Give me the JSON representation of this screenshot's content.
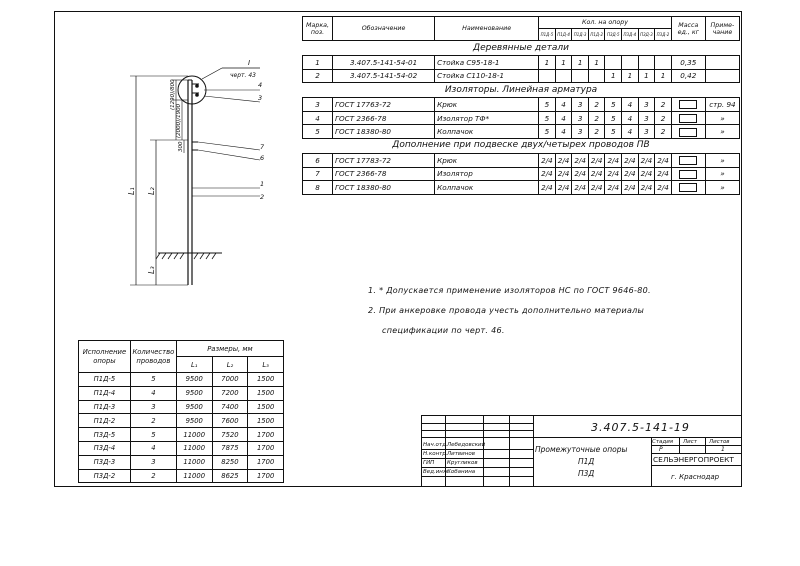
{
  "drawing": {
    "callout_node": "I",
    "callout_ref": "черт. 43",
    "dim_a": "(1290)/800",
    "dim_b": "(2000)/1900",
    "dim_c": "300",
    "L1": "L₁",
    "L2": "L₂",
    "L3": "L₃",
    "leaders": [
      "4",
      "3",
      "7",
      "6",
      "1",
      "2"
    ]
  },
  "spec_table": {
    "headers": {
      "mark": "Марка, поз.",
      "designation": "Обозначение",
      "name": "Наименование",
      "qty_group": "Кол. на опору",
      "qty_cols": [
        "П1Д-5",
        "П1Д-4",
        "П1Д-3",
        "П1Д-2",
        "П3Д-5",
        "П3Д-4",
        "П3Д-3",
        "П3Д-2"
      ],
      "mass": "Масса ед., кг",
      "note": "Приме- чание"
    },
    "sections": [
      {
        "title": "Деревянные детали",
        "rows": [
          {
            "pos": "1",
            "designation": "3.407.5-141-54-01",
            "name": "Стойка С95-18-1",
            "qty": [
              "1",
              "1",
              "1",
              "1",
              "",
              "",
              "",
              ""
            ],
            "mass": "0,35",
            "note": ""
          },
          {
            "pos": "2",
            "designation": "3.407.5-141-54-02",
            "name": "Стойка С110-18-1",
            "qty": [
              "",
              "",
              "",
              "",
              "1",
              "1",
              "1",
              "1"
            ],
            "mass": "0,42",
            "note": ""
          }
        ]
      },
      {
        "title": "Изоляторы. Линейная арматура",
        "rows": [
          {
            "pos": "3",
            "designation": "ГОСТ 17763-72",
            "name": "Крюк",
            "qty": [
              "5",
              "4",
              "3",
              "2",
              "5",
              "4",
              "3",
              "2"
            ],
            "mass": "",
            "note": "стр. 94"
          },
          {
            "pos": "4",
            "designation": "ГОСТ 2366-78",
            "name": "Изолятор ТФ*",
            "qty": [
              "5",
              "4",
              "3",
              "2",
              "5",
              "4",
              "3",
              "2"
            ],
            "mass": "",
            "note": "»"
          },
          {
            "pos": "5",
            "designation": "ГОСТ 18380-80",
            "name": "Колпачок",
            "qty": [
              "5",
              "4",
              "3",
              "2",
              "5",
              "4",
              "3",
              "2"
            ],
            "mass": "",
            "note": "»"
          }
        ]
      },
      {
        "title": "Дополнение при подвеске двух/четырех проводов ПВ",
        "rows": [
          {
            "pos": "6",
            "designation": "ГОСТ 17783-72",
            "name": "Крюк",
            "qty": [
              "2/4",
              "2/4",
              "2/4",
              "2/4",
              "2/4",
              "2/4",
              "2/4",
              "2/4"
            ],
            "mass": "",
            "note": "»"
          },
          {
            "pos": "7",
            "designation": "ГОСТ 2366-78",
            "name": "Изолятор",
            "qty": [
              "2/4",
              "2/4",
              "2/4",
              "2/4",
              "2/4",
              "2/4",
              "2/4",
              "2/4"
            ],
            "mass": "",
            "note": "»"
          },
          {
            "pos": "8",
            "designation": "ГОСТ 18380-80",
            "name": "Колпачок",
            "qty": [
              "2/4",
              "2/4",
              "2/4",
              "2/4",
              "2/4",
              "2/4",
              "2/4",
              "2/4"
            ],
            "mass": "",
            "note": "»"
          }
        ]
      }
    ]
  },
  "notes": [
    "1. * Допускается применение изоляторов НС по ГОСТ 9646-80.",
    "2. При анкеровке провода учесть дополнительно материалы",
    "спецификации по черт. 46."
  ],
  "sizes_table": {
    "headers": {
      "support": "Исполнение опоры",
      "wires": "Количество проводов",
      "dims": "Размеры, мм",
      "L1": "L₁",
      "L2": "L₂",
      "L3": "L₃"
    },
    "rows": [
      {
        "support": "П1Д-5",
        "wires": "5",
        "L1": "9500",
        "L2": "7000",
        "L3": "1500"
      },
      {
        "support": "П1Д-4",
        "wires": "4",
        "L1": "9500",
        "L2": "7200",
        "L3": "1500"
      },
      {
        "support": "П1Д-3",
        "wires": "3",
        "L1": "9500",
        "L2": "7400",
        "L3": "1500"
      },
      {
        "support": "П1Д-2",
        "wires": "2",
        "L1": "9500",
        "L2": "7600",
        "L3": "1500"
      },
      {
        "support": "П3Д-5",
        "wires": "5",
        "L1": "11000",
        "L2": "7520",
        "L3": "1700"
      },
      {
        "support": "П3Д-4",
        "wires": "4",
        "L1": "11000",
        "L2": "7875",
        "L3": "1700"
      },
      {
        "support": "П3Д-3",
        "wires": "3",
        "L1": "11000",
        "L2": "8250",
        "L3": "1700"
      },
      {
        "support": "П3Д-2",
        "wires": "2",
        "L1": "11000",
        "L2": "8625",
        "L3": "1700"
      }
    ]
  },
  "title_block": {
    "doc_code": "3.407.5-141-19",
    "title_lines": [
      "Промежуточные опоры",
      "П1Д",
      "П3Д"
    ],
    "stage_label": "Стадия",
    "sheet_label": "Лист",
    "sheets_label": "Листов",
    "stage_value": "Р",
    "sheets_value": "1",
    "org": "СЕЛЬЭНЕРГОПРОЕКТ",
    "city": "г. Краснодар",
    "signatures": [
      {
        "role": "Нач.отд.",
        "name": "Лебедовский"
      },
      {
        "role": "Н.контр.",
        "name": "Литвинов"
      },
      {
        "role": "ГИП",
        "name": "Кругликов"
      },
      {
        "role": "Вед.инж.",
        "name": "Кобанина"
      }
    ]
  }
}
